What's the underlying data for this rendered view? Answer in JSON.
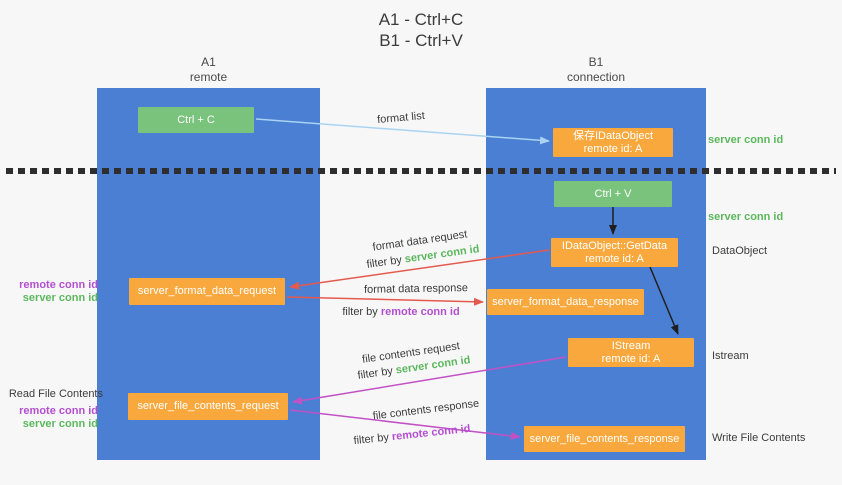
{
  "colors": {
    "background": "#f7f7f8",
    "column_blue": "#4b7fd3",
    "box_green": "#79c37c",
    "box_orange": "#f9a83e",
    "text_dark": "#3c3c3c",
    "green_label": "#5cb85c",
    "purple_label": "#b44fd0",
    "arrow_blue": "#a9d3f1",
    "arrow_black": "#1f1f1f",
    "arrow_red": "#e6594e",
    "arrow_magenta": "#c251c5",
    "box_text": "#ffffff",
    "dotted_line": "#2e2e2e"
  },
  "title": {
    "line1": "A1 - Ctrl+C",
    "line2": "B1 - Ctrl+V"
  },
  "lifelines": {
    "a1": {
      "name": "A1",
      "role": "remote"
    },
    "b1": {
      "name": "B1",
      "role": "connection"
    }
  },
  "boxes": {
    "ctrl_c": {
      "label": "Ctrl + C"
    },
    "save_idataobject": {
      "line1": "保存IDataObject",
      "line2": "remote id: A"
    },
    "ctrl_v": {
      "label": "Ctrl + V"
    },
    "idataobject_getdata": {
      "line1": "IDataObject::GetData",
      "line2": "remote id: A"
    },
    "server_format_data_request": {
      "label": "server_format_data_request"
    },
    "server_format_data_response": {
      "label": "server_format_data_response"
    },
    "istream": {
      "line1": "IStream",
      "line2": "remote id: A"
    },
    "server_file_contents_request": {
      "label": "server_file_contents_request"
    },
    "server_file_contents_response": {
      "label": "server_file_contents_response"
    }
  },
  "arrow_labels": {
    "format_list": "format list",
    "format_data_request": "format data request",
    "format_data_response": "format data response",
    "file_contents_request": "file contents request",
    "file_contents_response": "file contents response",
    "filter_by": "filter by",
    "server_conn_id": "server conn id",
    "remote_conn_id": "remote conn id"
  },
  "side_labels": {
    "server_conn_id_1": "server conn id",
    "server_conn_id_2": "server conn id",
    "dataobject": "DataObject",
    "istream": "Istream",
    "write_file_contents": "Write File Contents",
    "read_file_contents": "Read File Contents",
    "remote_conn_id_1": "remote conn id",
    "server_conn_id_3": "server conn id",
    "remote_conn_id_2": "remote conn id",
    "server_conn_id_4": "server conn id"
  }
}
